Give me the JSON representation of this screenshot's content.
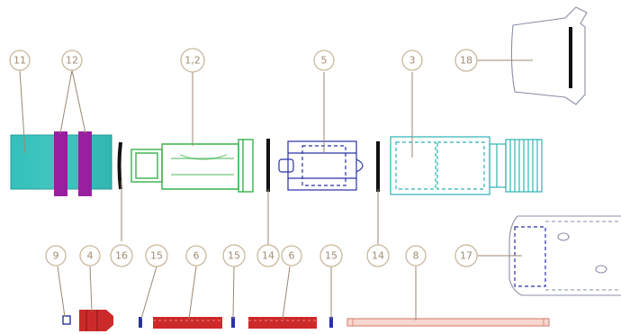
{
  "callouts": {
    "c11": "11",
    "c12": "12",
    "c1_2": "1,2",
    "c5": "5",
    "c3": "3",
    "c18": "18",
    "c16": "16",
    "c14a": "14",
    "c14b": "14",
    "c17": "17",
    "c9": "9",
    "c4": "4",
    "c15a": "15",
    "c6a": "6",
    "c15b": "15",
    "c6b": "6",
    "c15c": "15",
    "c8": "8"
  },
  "colors": {
    "teal": "#2bb5b0",
    "magenta": "#9a1fa0",
    "green": "#37b24a",
    "navy": "#2a30a8",
    "red": "#cc2a2a",
    "salmon": "#d98b7a",
    "black": "#111111",
    "callout": "#c9b79c"
  }
}
